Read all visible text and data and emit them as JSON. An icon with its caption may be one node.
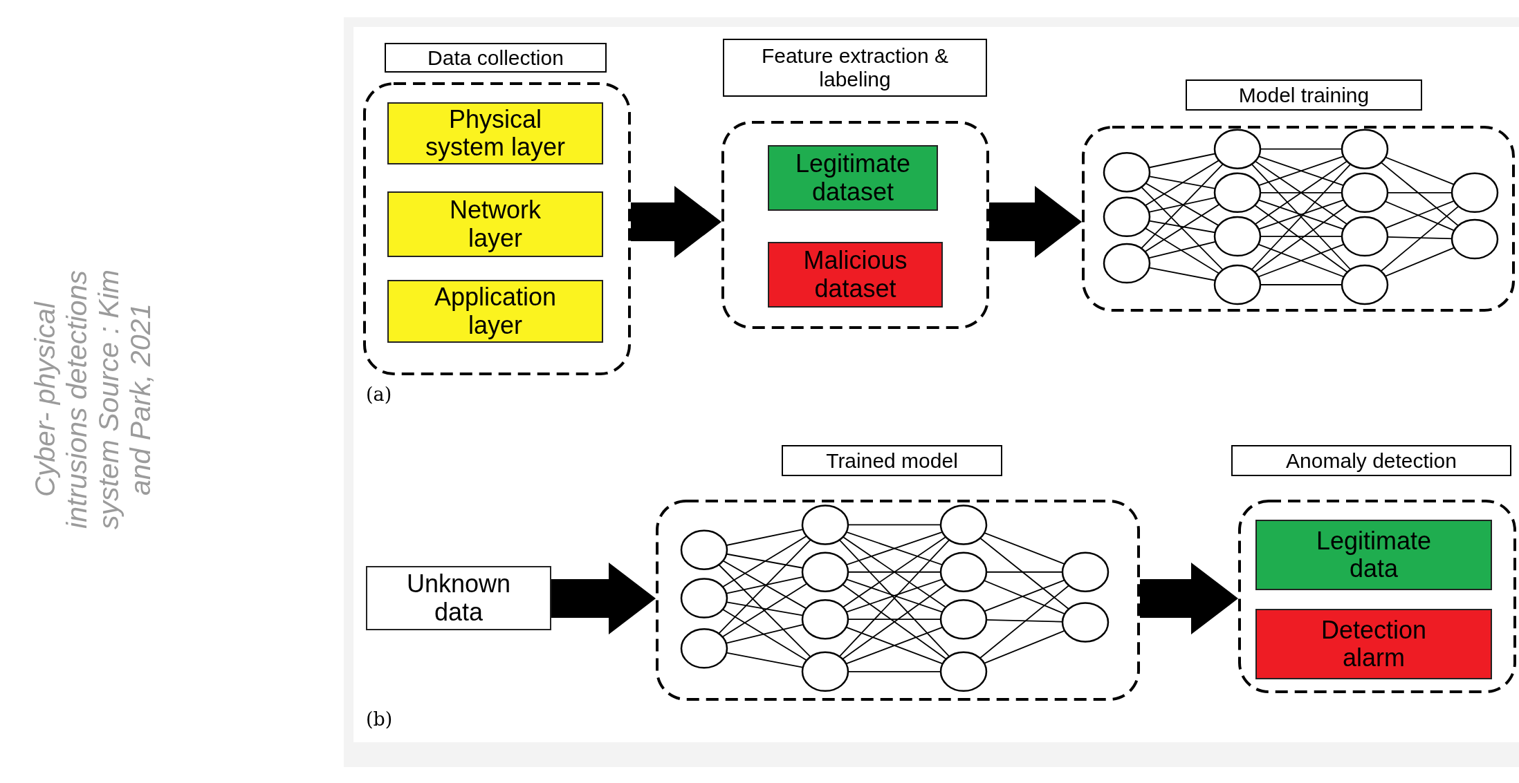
{
  "diagram": {
    "caption": "Cyber- physical intrusions detections system Source : Kim and Park, 2021",
    "nodes": [
      {
        "text": [
          "Data collection"
        ]
      },
      {
        "text": [],
        "shape": "box"
      },
      {
        "text": [
          "Physical system layer"
        ],
        "in": 1
      },
      {
        "text": [
          "Network layer"
        ],
        "in": 1
      },
      {
        "text": [
          "Application layer"
        ],
        "in": 1
      },
      {
        "text": [
          "Feature extraction & labeling"
        ]
      },
      {
        "text": [],
        "shape": "box"
      },
      {
        "text": [
          "Legitimate dataset"
        ],
        "in": 6
      },
      {
        "text": [
          "Malicious dataset"
        ],
        "in": 6
      },
      {
        "text": [
          "Model training"
        ]
      },
      {
        "text": [],
        "shape": "box"
      },
      {
        "text": [
          "Unknown data"
        ]
      },
      {
        "text": [
          "Trained model"
        ]
      },
      {
        "text": [],
        "shape": "box"
      },
      {
        "text": [
          "Anomaly detection"
        ]
      },
      {
        "text": [],
        "shape": "box"
      },
      {
        "text": [
          "Legitimate data"
        ],
        "in": 15
      },
      {
        "text": [
          "Detection alarm"
        ],
        "in": 15
      }
    ],
    "edges": [
      {
        "from": 1,
        "to": 6,
        "arrow": "to",
        "style": "thick"
      },
      {
        "from": 6,
        "to": 10,
        "arrow": "to",
        "style": "thick"
      },
      {
        "from": 11,
        "to": 13,
        "arrow": "to",
        "style": "thick"
      },
      {
        "from": 13,
        "to": 15,
        "arrow": "to",
        "style": "thick"
      }
    ],
    "labels": [
      "(a)",
      "(b)"
    ]
  }
}
